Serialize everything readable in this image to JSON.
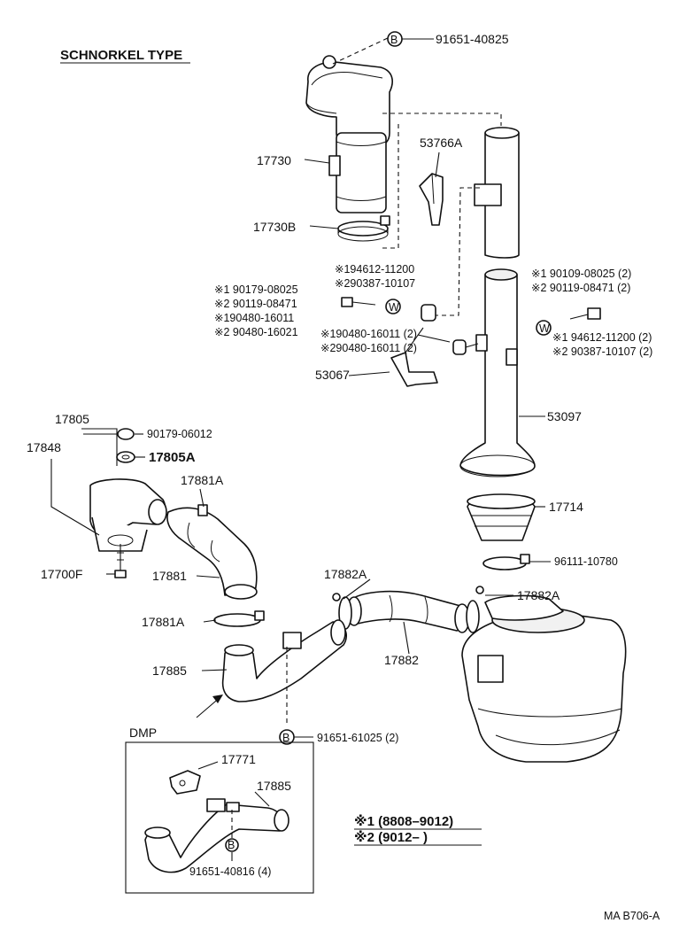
{
  "header": {
    "title": "SCHNORKEL TYPE"
  },
  "footer": {
    "code": "MA B706-A"
  },
  "marks": {
    "b": "B",
    "w": "W"
  },
  "labels": {
    "p91651_40825": "91651-40825",
    "p17730": "17730",
    "p17730B": "17730B",
    "p53766A": "53766A",
    "p194612_11200": "※194612-11200",
    "p290387_10107": "※290387-10107",
    "p1_90179_08025": "※1 90179-08025",
    "p2_90119_08471": "※2 90119-08471",
    "p1_90480_16011": "※190480-16011",
    "p2_90480_16021": "※2 90480-16021",
    "p1_90480_16011_2": "※190480-16011 (2)",
    "p2_90480_16011_2": "※290480-16011 (2)",
    "p53067": "53067",
    "p1_90109_08025_2": "※1 90109-08025 (2)",
    "p2_90119_08471_2": "※2 90119-08471 (2)",
    "p1_94612_11200_2": "※1 94612-11200 (2)",
    "p2_90387_10107_2": "※2 90387-10107 (2)",
    "p53097": "53097",
    "p17714": "17714",
    "p96111_10780": "96111-10780",
    "p17805": "17805",
    "p17848": "17848",
    "p90179_06012": "90179-06012",
    "p17805A": "17805A",
    "p17881A_top": "17881A",
    "p17700F": "17700F",
    "p17881": "17881",
    "p17881A_bot": "17881A",
    "p17885": "17885",
    "p91651_61025": "91651-61025 (2)",
    "p17882A_left": "17882A",
    "p17882A_right": "17882A",
    "p17882": "17882",
    "dmp_title": "DMP",
    "dmp_17771": "17771",
    "dmp_17885": "17885",
    "dmp_91651_40816": "91651-40816 (4)"
  },
  "legend": {
    "l1": "※1 (8808–9012)",
    "l2": "※2 (9012–        )"
  }
}
